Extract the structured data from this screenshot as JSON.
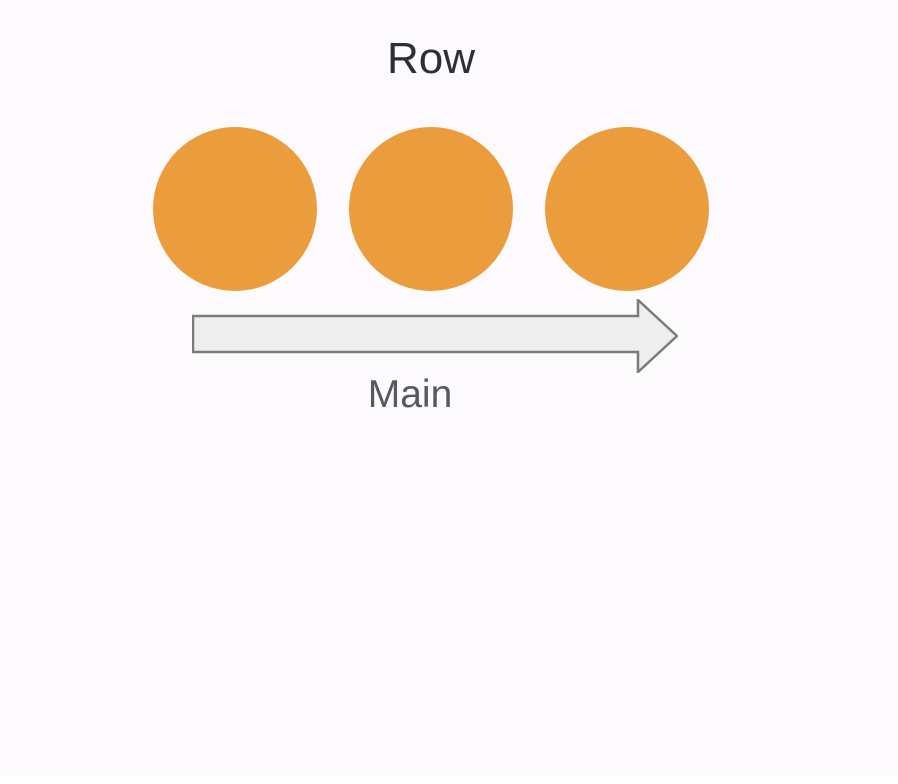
{
  "diagram": {
    "title": "Row",
    "axis_label": "Main",
    "items": [
      {
        "shape": "circle"
      },
      {
        "shape": "circle"
      },
      {
        "shape": "circle"
      }
    ],
    "item_count": 3,
    "arrow": {
      "direction": "right"
    }
  },
  "colors": {
    "background": "#FCFAFD",
    "item-fill": "#EB9C3C",
    "arrow-fill": "#EFEEEF",
    "arrow-stroke": "#7B7B7B",
    "title-color": "#2E2E36",
    "label-color": "#59595C",
    "bottom-strip": "#FFFFFF"
  }
}
